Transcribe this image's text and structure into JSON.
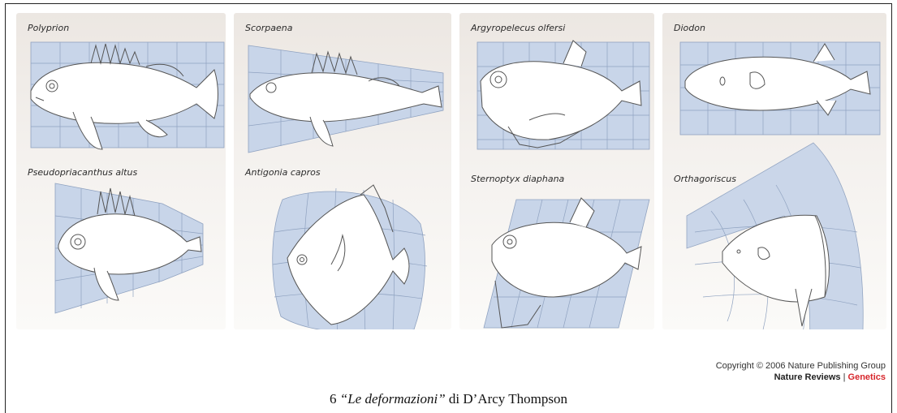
{
  "figure": {
    "panels": [
      {
        "top_label": "Polyprion",
        "bottom_label": "Pseudopriacanthus altus"
      },
      {
        "top_label": "Scorpaena",
        "bottom_label": "Antigonia capros"
      },
      {
        "top_label": "Argyropelecus olfersi",
        "bottom_label": "Sternoptyx diaphana"
      },
      {
        "top_label": "Diodon",
        "bottom_label": "Orthagoriscus"
      }
    ],
    "grid_color": "#c7d4e8",
    "line_color": "#777777"
  },
  "copyright": {
    "line1": "Copyright © 2006 Nature Publishing Group",
    "brand": "Nature Reviews",
    "separator": " | ",
    "brand_accent": "Genetics",
    "accent_color": "#d7262b"
  },
  "caption": {
    "number": "6",
    "title": "“Le deformazioni”",
    "suffix": "di D’Arcy Thompson"
  }
}
